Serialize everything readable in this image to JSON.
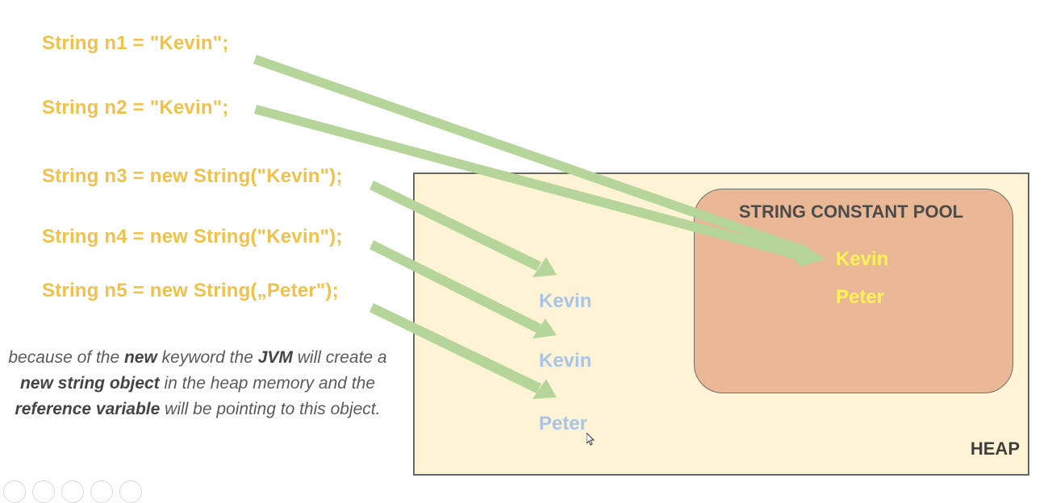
{
  "code": {
    "lines": [
      "String n1 = \"Kevin\";",
      "String n2 = \"Kevin\";",
      "String n3 = new String(\"Kevin\");",
      "String n4 = new String(\"Kevin\");",
      "String n5 = new String(„Peter\");"
    ]
  },
  "explanation": {
    "p1": "because of the ",
    "b1": "new",
    "p2": " keyword the ",
    "b2": "JVM",
    "p3": " will create a ",
    "b3": "new string object",
    "p4": " in the heap memory and the ",
    "b4": "reference variable",
    "p5": " will be pointing to this object."
  },
  "heap": {
    "label": "HEAP",
    "objects": [
      "Kevin",
      "Kevin",
      "Peter"
    ]
  },
  "pool": {
    "title": "STRING CONSTANT POOL",
    "values": [
      "Kevin",
      "Peter"
    ]
  },
  "colors": {
    "code": "#f0c24c",
    "arrow": "#b5d59a",
    "heap_fill": "#fef4d5",
    "pool_fill": "#eab894",
    "pool_value": "#fff355",
    "heap_value": "#a9c4e8"
  },
  "icons": [
    "arrow-cursor-icon"
  ]
}
